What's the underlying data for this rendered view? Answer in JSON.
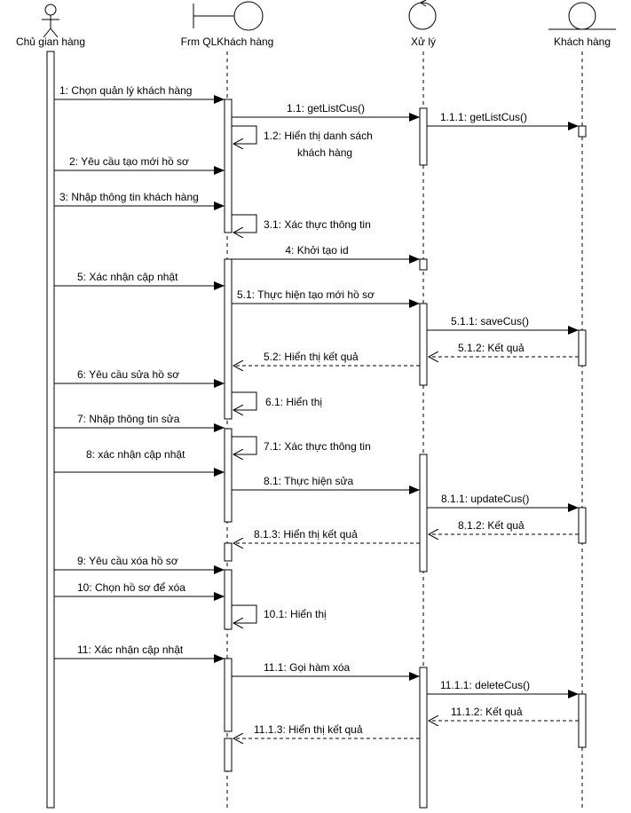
{
  "participants": [
    {
      "id": "actor",
      "kind": "actor",
      "label": "Chủ gian hàng"
    },
    {
      "id": "frm",
      "kind": "boundary",
      "label": "Frm QLKhách hàng"
    },
    {
      "id": "xuly",
      "kind": "control",
      "label": "Xử lý"
    },
    {
      "id": "kh",
      "kind": "entity",
      "label": "Khách hàng"
    }
  ],
  "messages": [
    {
      "from": "actor",
      "to": "frm",
      "label": "1: Chọn quản lý khách hàng",
      "kind": "sync"
    },
    {
      "from": "frm",
      "to": "xuly",
      "label": "1.1: getListCus()",
      "kind": "sync"
    },
    {
      "from": "xuly",
      "to": "kh",
      "label": "1.1.1: getListCus()",
      "kind": "sync"
    },
    {
      "from": "frm",
      "to": "frm",
      "label": "1.2: Hiển thị danh sách",
      "label2": "khách hàng",
      "kind": "self"
    },
    {
      "from": "actor",
      "to": "frm",
      "label": "2: Yêu cầu tạo mới hồ sơ",
      "kind": "sync"
    },
    {
      "from": "actor",
      "to": "frm",
      "label": "3: Nhập thông tin khách hàng",
      "kind": "sync"
    },
    {
      "from": "frm",
      "to": "frm",
      "label": "3.1: Xác thực thông tin",
      "kind": "self"
    },
    {
      "from": "frm",
      "to": "xuly",
      "label": "4: Khởi tạo id",
      "kind": "sync"
    },
    {
      "from": "actor",
      "to": "frm",
      "label": "5: Xác nhận cập nhật",
      "kind": "sync"
    },
    {
      "from": "frm",
      "to": "xuly",
      "label": "5.1: Thực hiện tạo mới hồ sơ",
      "kind": "sync"
    },
    {
      "from": "xuly",
      "to": "kh",
      "label": "5.1.1: saveCus()",
      "kind": "sync"
    },
    {
      "from": "kh",
      "to": "xuly",
      "label": "5.1.2: Kết quả",
      "kind": "return"
    },
    {
      "from": "xuly",
      "to": "frm",
      "label": "5.2: Hiển thị kết quả",
      "kind": "return"
    },
    {
      "from": "actor",
      "to": "frm",
      "label": "6: Yêu cầu sửa hồ sơ",
      "kind": "sync"
    },
    {
      "from": "frm",
      "to": "frm",
      "label": "6.1: Hiển thị",
      "kind": "self"
    },
    {
      "from": "actor",
      "to": "frm",
      "label": "7: Nhập thông tin sửa",
      "kind": "sync"
    },
    {
      "from": "frm",
      "to": "frm",
      "label": "7.1: Xác thực thông tin",
      "kind": "self"
    },
    {
      "from": "actor",
      "to": "frm",
      "label": "8: xác nhận cập nhật",
      "kind": "sync"
    },
    {
      "from": "frm",
      "to": "xuly",
      "label": "8.1: Thực hiện sửa",
      "kind": "sync"
    },
    {
      "from": "xuly",
      "to": "kh",
      "label": "8.1.1: updateCus()",
      "kind": "sync"
    },
    {
      "from": "kh",
      "to": "xuly",
      "label": "8.1.2: Kết quả",
      "kind": "return"
    },
    {
      "from": "xuly",
      "to": "frm",
      "label": "8.1.3: Hiển thị kết quả",
      "kind": "return"
    },
    {
      "from": "actor",
      "to": "frm",
      "label": "9: Yêu cầu xóa hồ sơ",
      "kind": "sync"
    },
    {
      "from": "actor",
      "to": "frm",
      "label": "10: Chọn hồ sơ để xóa",
      "kind": "sync"
    },
    {
      "from": "frm",
      "to": "frm",
      "label": "10.1: Hiển thị",
      "kind": "self"
    },
    {
      "from": "actor",
      "to": "frm",
      "label": "11: Xác nhận cập nhật",
      "kind": "sync"
    },
    {
      "from": "frm",
      "to": "xuly",
      "label": "11.1: Gọi hàm xóa",
      "kind": "sync"
    },
    {
      "from": "xuly",
      "to": "kh",
      "label": "11.1.1: deleteCus()",
      "kind": "sync"
    },
    {
      "from": "kh",
      "to": "xuly",
      "label": "11.1.2: Kết quả",
      "kind": "return"
    },
    {
      "from": "xuly",
      "to": "frm",
      "label": "11.1.3: Hiển thị kết quả",
      "kind": "return"
    }
  ]
}
